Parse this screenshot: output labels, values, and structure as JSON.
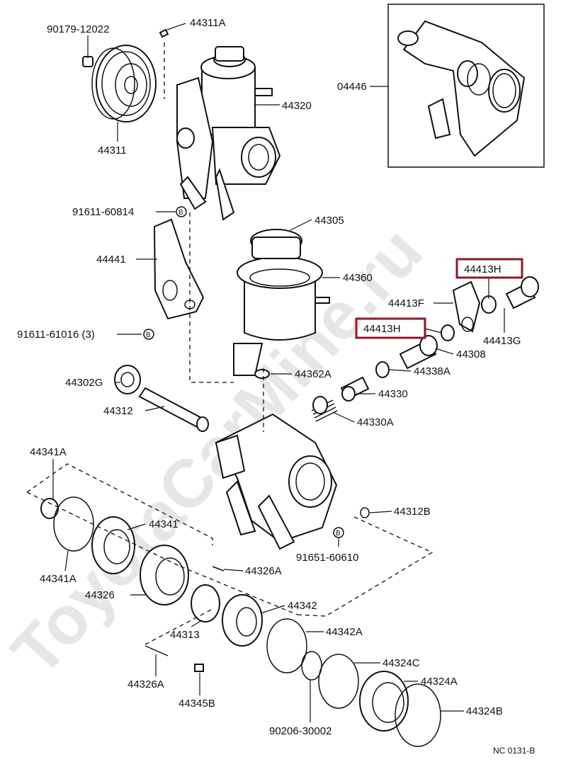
{
  "watermark": "ToyotaCarMine.ru",
  "reference_code": "NC 0131-B",
  "labels": {
    "p90179": "90179-12022",
    "p44311A": "44311A",
    "p44320": "44320",
    "p44311": "44311",
    "p04446": "04446",
    "p91611_60814": "91611-60814",
    "p44441": "44441",
    "p91611_61016": "91611-61016 (3)",
    "p44305": "44305",
    "p44360": "44360",
    "p44413H_top": "44413H",
    "p44413F": "44413F",
    "p44413H_mid": "44413H",
    "p44413G": "44413G",
    "p44308": "44308",
    "p44338A": "44338A",
    "p44362A": "44362A",
    "p44330": "44330",
    "p44330A": "44330A",
    "p44302G": "44302G",
    "p44312": "44312",
    "p44341A_top": "44341A",
    "p44341": "44341",
    "p44341A_bot": "44341A",
    "p44312B": "44312B",
    "p91651": "91651-60610",
    "p44326A_right": "44326A",
    "p44326": "44326",
    "p44342": "44342",
    "p44313": "44313",
    "p44342A": "44342A",
    "p44324C": "44324C",
    "p44324A": "44324A",
    "p44326A_left": "44326A",
    "p44345B": "44345B",
    "p44324B": "44324B",
    "p90206": "90206-30002"
  },
  "markers": {
    "b": "B"
  },
  "highlight_color": "#8b1a2b"
}
